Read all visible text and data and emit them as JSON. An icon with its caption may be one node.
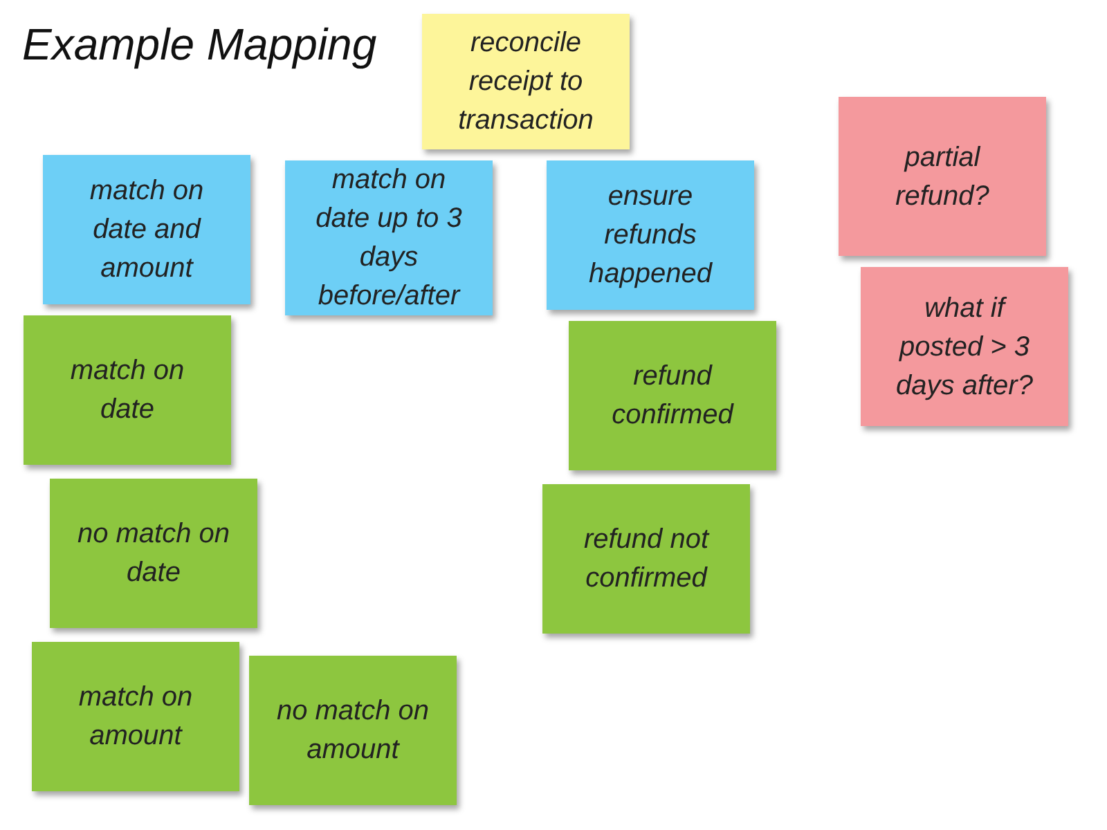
{
  "diagram": {
    "title": "Example Mapping",
    "nodes": [
      {
        "text": [
          "reconcile receipt to transaction"
        ]
      },
      {
        "text": [
          "partial refund?"
        ]
      },
      {
        "text": [
          "match on date and amount"
        ]
      },
      {
        "text": [
          "match on date up to 3 days before/after"
        ]
      },
      {
        "text": [
          "ensure refunds happened"
        ]
      },
      {
        "text": [
          "what if posted > 3 days after?"
        ]
      },
      {
        "text": [
          "match on date"
        ]
      },
      {
        "text": [
          "refund confirmed"
        ]
      },
      {
        "text": [
          "no match on date"
        ]
      },
      {
        "text": [
          "refund not confirmed"
        ]
      },
      {
        "text": [
          "match on amount"
        ]
      },
      {
        "text": [
          "no match on amount"
        ]
      }
    ],
    "edges": []
  }
}
